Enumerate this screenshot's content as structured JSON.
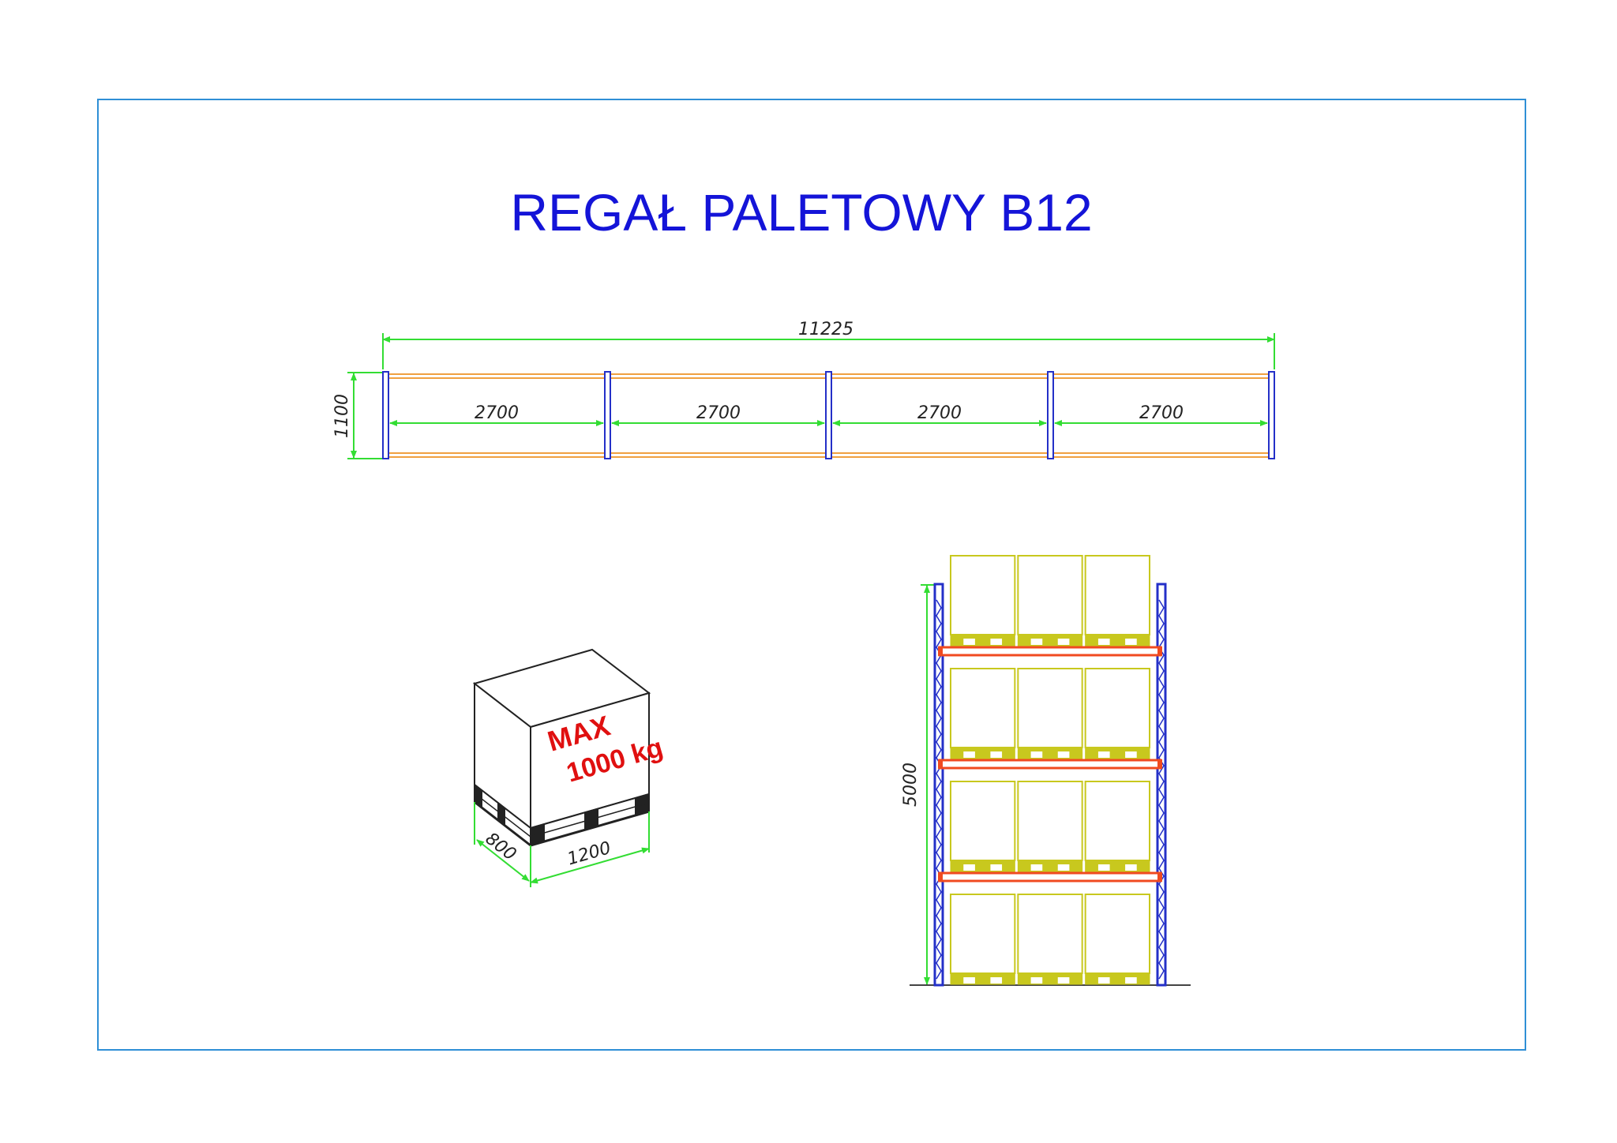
{
  "title": "REGAŁ PALETOWY B12",
  "top_view": {
    "total_length": "11225",
    "depth": "1100",
    "bay_widths": [
      "2700",
      "2700",
      "2700",
      "2700"
    ]
  },
  "pallet": {
    "max_line1": "MAX",
    "max_line2": "1000 kg",
    "width": "1200",
    "depth": "800"
  },
  "front_view": {
    "height": "5000",
    "levels": 4,
    "pallets_per_level": 3
  },
  "colors": {
    "frame_border": "#2f8fd6",
    "title": "#1414d8",
    "dimension": "#33dd33",
    "upright": "#2430c8",
    "beam_top": "#f0a040",
    "beam_front": "#f04a20",
    "load": "#c8c81e",
    "max_label": "#e01010"
  }
}
